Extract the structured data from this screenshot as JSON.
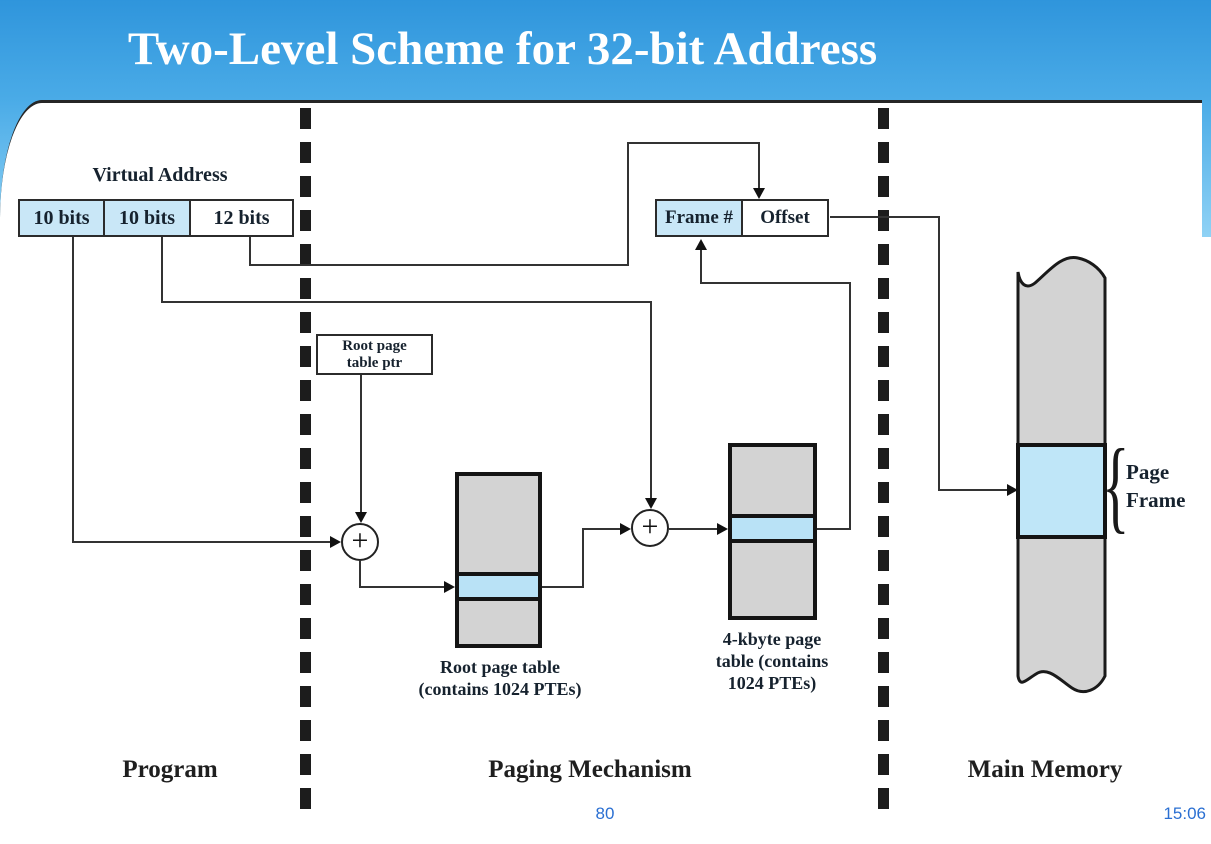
{
  "slide": {
    "title": "Two-Level Scheme for 32-bit Address",
    "page_number": "80",
    "time": "15:06"
  },
  "diagram": {
    "virtual_address": {
      "label": "Virtual Address",
      "fields": [
        {
          "label": "10 bits",
          "highlight": true
        },
        {
          "label": "10 bits",
          "highlight": true
        },
        {
          "label": "12 bits",
          "highlight": false
        }
      ]
    },
    "root_page_table_ptr": {
      "line1": "Root page",
      "line2": "table ptr"
    },
    "adder_symbol": "+",
    "root_page_table": {
      "caption_line1": "Root page table",
      "caption_line2": "(contains 1024 PTEs)"
    },
    "second_page_table": {
      "caption_line1": "4-kbyte page",
      "caption_line2": "table (contains",
      "caption_line3": "1024 PTEs)"
    },
    "physical_address": {
      "frame_label": "Frame #",
      "offset_label": "Offset"
    },
    "page_frame": {
      "brace": "{",
      "line1": "Page",
      "line2": "Frame"
    },
    "sections": [
      {
        "label": "Program"
      },
      {
        "label": "Paging Mechanism"
      },
      {
        "label": "Main Memory"
      }
    ]
  },
  "colors": {
    "header_top": "#2f95dc",
    "header_bottom": "#8fd2f5",
    "highlight_fill": "#c9e7f7",
    "row_fill": "#b9e2f6",
    "frame_fill": "#bfe6f8",
    "table_fill": "#d3d3d3",
    "line": "#333333",
    "footer_text": "#2a6fd2",
    "title_text": "#ffffff"
  }
}
